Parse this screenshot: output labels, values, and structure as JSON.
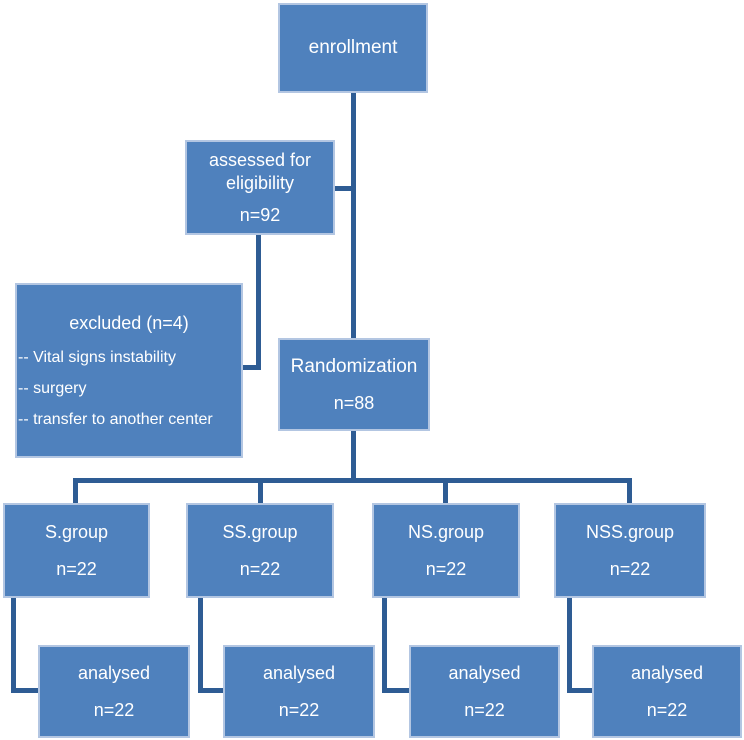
{
  "diagram": {
    "title_semantic": "consort-flow-diagram",
    "colors": {
      "box_fill": "#4f81bd",
      "box_border": "#b3c6e2",
      "connector": "#2e5c94",
      "text": "#ffffff",
      "background": "#ffffff"
    },
    "enrollment": {
      "label": "enrollment"
    },
    "assessed": {
      "line1": "assessed for",
      "line2": "eligibility",
      "count": "n=92"
    },
    "excluded": {
      "title": "excluded (n=4)",
      "reasons": [
        "-- Vital signs instability",
        "-- surgery",
        "-- transfer to another center"
      ]
    },
    "randomization": {
      "label": "Randomization",
      "count": "n=88"
    },
    "groups": [
      {
        "label": "S.group",
        "count": "n=22"
      },
      {
        "label": "SS.group",
        "count": "n=22"
      },
      {
        "label": "NS.group",
        "count": "n=22"
      },
      {
        "label": "NSS.group",
        "count": "n=22"
      }
    ],
    "analysed": [
      {
        "label": "analysed",
        "count": "n=22"
      },
      {
        "label": "analysed",
        "count": "n=22"
      },
      {
        "label": "analysed",
        "count": "n=22"
      },
      {
        "label": "analysed",
        "count": "n=22"
      }
    ]
  }
}
